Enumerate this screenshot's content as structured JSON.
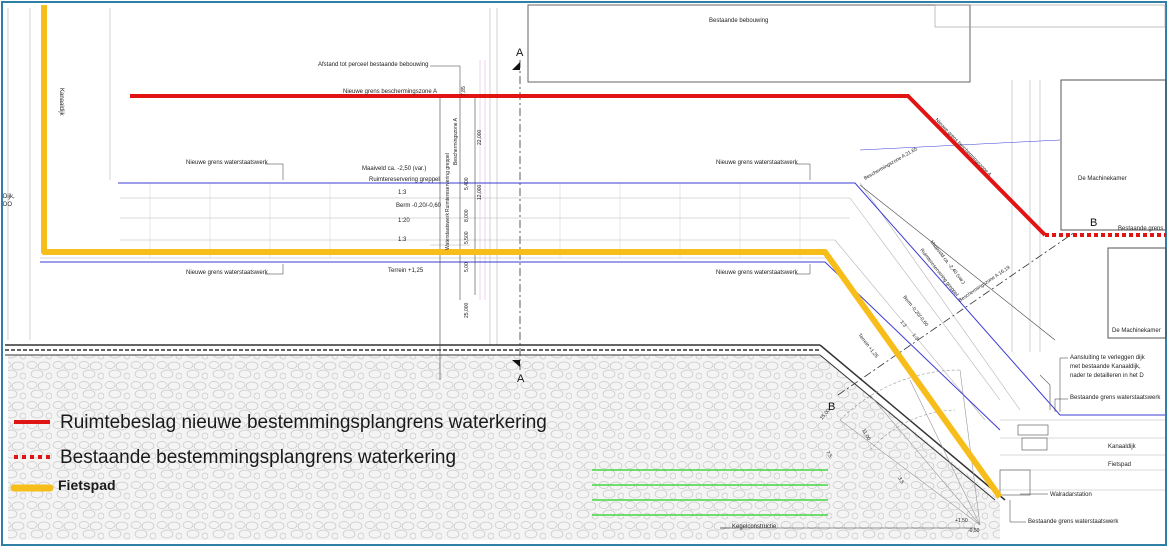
{
  "colors": {
    "frame": "#2f7fa6",
    "red": "#e11414",
    "yellow": "#f7be1b",
    "blue": "#3b3bd6",
    "green": "#43d643",
    "gray": "#9a9a9a",
    "dark": "#333333"
  },
  "labels": {
    "kanaaldijk_left": "Kanaaldijk",
    "afstand": "Afstand tot perceel bestaande bebouwing",
    "bestaande_bebouwing": "Bestaande bebouwing",
    "nieuwe_grens_bz": "Nieuwe grens beschermingszone A",
    "nieuwe_grens_ww_1": "Nieuwe grens waterstaatswerk",
    "nieuwe_grens_ww_2": "Nieuwe grens waterstaatswerk",
    "nieuwe_grens_ww_3": "Nieuwe grens waterstaatswerk",
    "nieuwe_grens_ww_4": "Nieuwe grens waterstaatswerk",
    "maaiveld": "Maaiveld ca. -2,50 (var.)",
    "ruimtereservering": "Ruimtereservering greppel",
    "berm": "Berm -0,20/-0,60",
    "terrein": "Terrein +1,25",
    "slope_1": "1:3",
    "slope_2": "1:20",
    "slope_3": "1:3",
    "left_edge_1": "Dijk,",
    "left_edge_2": "DO",
    "dim_1": "7,85",
    "dim_2": "22,000",
    "dim_3": "12,000",
    "dim_4": "5,400",
    "dim_5": "8,000",
    "dim_6": "5,500",
    "dim_7": "25,000",
    "dim_8": "5,00",
    "vert_bz": "Beschermingszone A",
    "vert_rg": "Ruimtereservering greppel",
    "vert_ww": "Waterstaatswerk",
    "section_a_top": "A",
    "section_a_bottom": "A",
    "section_b_left": "B",
    "section_b_right": "B",
    "machinekamer_1": "De Machinekamer",
    "machinekamer_2": "De Machinekamer",
    "bestaande_right": "Bestaande grens",
    "aansluiting_1": "Aansluiting te verleggen dijk",
    "aansluiting_2": "met bestaande Kanaaldijk,",
    "aansluiting_3": "nader te detailleren in het D",
    "bestaande_ww_right": "Bestaande grens waterstaatswerk",
    "kanaaldijk_right": "Kanaaldijk",
    "fietspad_right": "Fietspad",
    "walradarstation": "Walradarstation",
    "bestaande_ww_bottom": "Bestaande grens waterstaatswerk",
    "kegelconstructie": "Kegelconstructie",
    "diag_red": "Nieuwe grens beschermingszone A",
    "diag_bz": "Beschermingszone A 21,65",
    "diag_maaiveld": "Maaiveld ca. -2,40 (var.)",
    "diag_rg": "Ruimtereservering greppel",
    "diag_berm": "Berm -0,20/-0,60",
    "diag_terrein": "Terrein +1,25",
    "diag_bz2": "Beschermingszone A 16,19",
    "diag_slope_1": "1:3",
    "diag_slope_2": "1:3",
    "cone_1": "15,00",
    "cone_2": "11,00",
    "cone_3": "7,5",
    "cone_4": "3,5",
    "cone_5": "-0,50",
    "cone_6": "+1,50"
  },
  "legend": [
    {
      "key": "red_solid",
      "label": "Ruimtebeslag nieuwe bestemmingsplangrens waterkering"
    },
    {
      "key": "red_dotted",
      "label": "Bestaande bestemmingsplangrens waterkering"
    },
    {
      "key": "yellow",
      "label": "Fietspad"
    }
  ]
}
